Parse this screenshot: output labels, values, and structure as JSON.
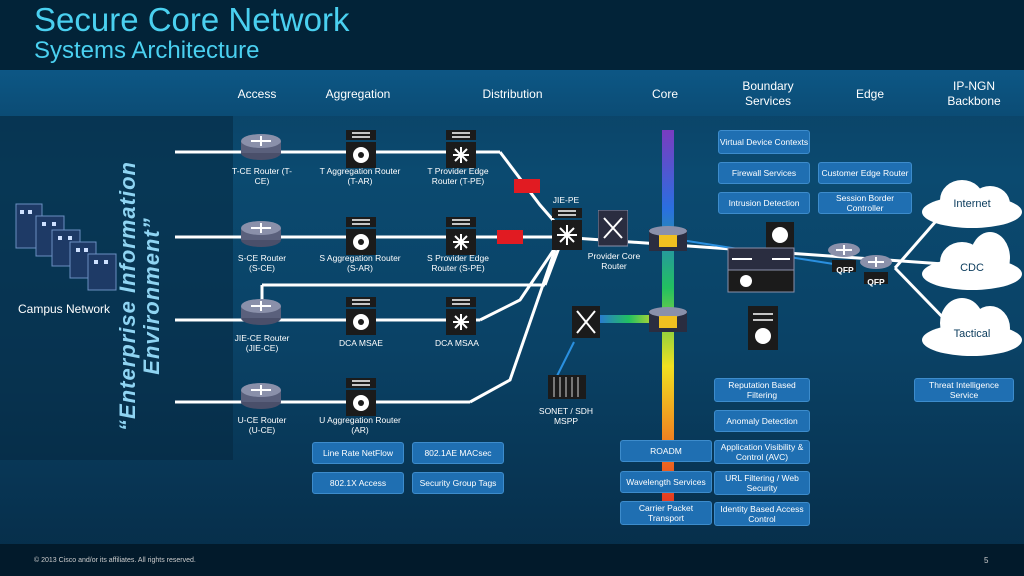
{
  "title": "Secure Core Network",
  "subtitle": "Systems Architecture",
  "columns": {
    "access": "Access",
    "aggregation": "Aggregation",
    "distribution": "Distribution",
    "core": "Core",
    "boundary": "Boundary Services",
    "edge": "Edge",
    "ipngn": "IP-NGN Backbone"
  },
  "left": {
    "eie": "“Enterprise Information Environment”",
    "campus": "Campus Network"
  },
  "nodes": {
    "tce": "T-CE Router (T-CE)",
    "tar": "T Aggregation Router (T-AR)",
    "tpe": "T Provider Edge Router (T-PE)",
    "sce": "S-CE Router (S-CE)",
    "sar": "S Aggregation Router (S-AR)",
    "spe": "S Provider Edge Router (S-PE)",
    "jiece": "JIE-CE Router (JIE-CE)",
    "msae": "DCA MSAE",
    "msaa": "DCA MSAA",
    "uce": "U-CE Router (U-CE)",
    "uar": "U Aggregation Router (AR)",
    "jiepe": "JIE-PE",
    "pcore": "Provider Core Router",
    "sonet": "SONET / SDH MSPP"
  },
  "boxes": {
    "vdc": "Virtual Device Contexts",
    "fw": "Firewall Services",
    "ids": "Intrusion Detection",
    "cer": "Customer Edge Router",
    "sbc": "Session Border Controller",
    "rep": "Reputation Based Filtering",
    "anom": "Anomaly Detection",
    "avc": "Application Visibility & Control (AVC)",
    "url": "URL Filtering / Web Security",
    "ident": "Identity Based Access Control",
    "threat": "Threat Intelligence Service",
    "netflow": "Line Rate NetFlow",
    "macsec": "802.1AE MACsec",
    "dot1x": "802.1X Access",
    "sgt": "Security Group Tags",
    "roadm": "ROADM",
    "wave": "Wavelength Services",
    "cpt": "Carrier Packet Transport"
  },
  "clouds": {
    "internet": "Internet",
    "cdc": "CDC",
    "tactical": "Tactical"
  },
  "qfp": "QFP",
  "footer": {
    "copyright": "© 2013 Cisco and/or its affiliates. All rights reserved.",
    "page": "5"
  },
  "colors": {
    "title": "#4ad0f0",
    "box": "#1f6fb2",
    "line": "#ffffff",
    "accent": "#e11b22"
  }
}
